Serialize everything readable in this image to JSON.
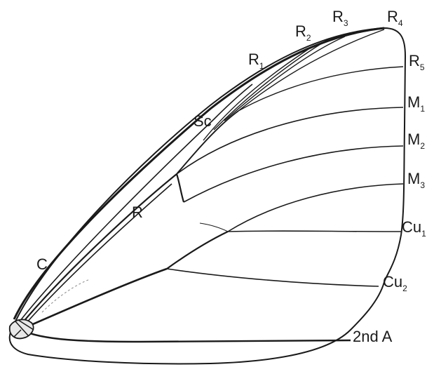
{
  "labels": {
    "C": {
      "main": "C",
      "sub": ""
    },
    "R": {
      "main": "R",
      "sub": ""
    },
    "Sc": {
      "main": "Sc",
      "sub": ""
    },
    "R1": {
      "main": "R",
      "sub": "1"
    },
    "R2": {
      "main": "R",
      "sub": "2"
    },
    "R3": {
      "main": "R",
      "sub": "3"
    },
    "R4": {
      "main": "R",
      "sub": "4"
    },
    "R5": {
      "main": "R",
      "sub": "5"
    },
    "M1": {
      "main": "M",
      "sub": "1"
    },
    "M2": {
      "main": "M",
      "sub": "2"
    },
    "M3": {
      "main": "M",
      "sub": "3"
    },
    "Cu1": {
      "main": "Cu",
      "sub": "1"
    },
    "Cu2": {
      "main": "Cu",
      "sub": "2"
    },
    "A2": {
      "main": "2nd A",
      "sub": ""
    }
  },
  "colors": {
    "ink": "#1a1a1a",
    "background": "#ffffff"
  }
}
